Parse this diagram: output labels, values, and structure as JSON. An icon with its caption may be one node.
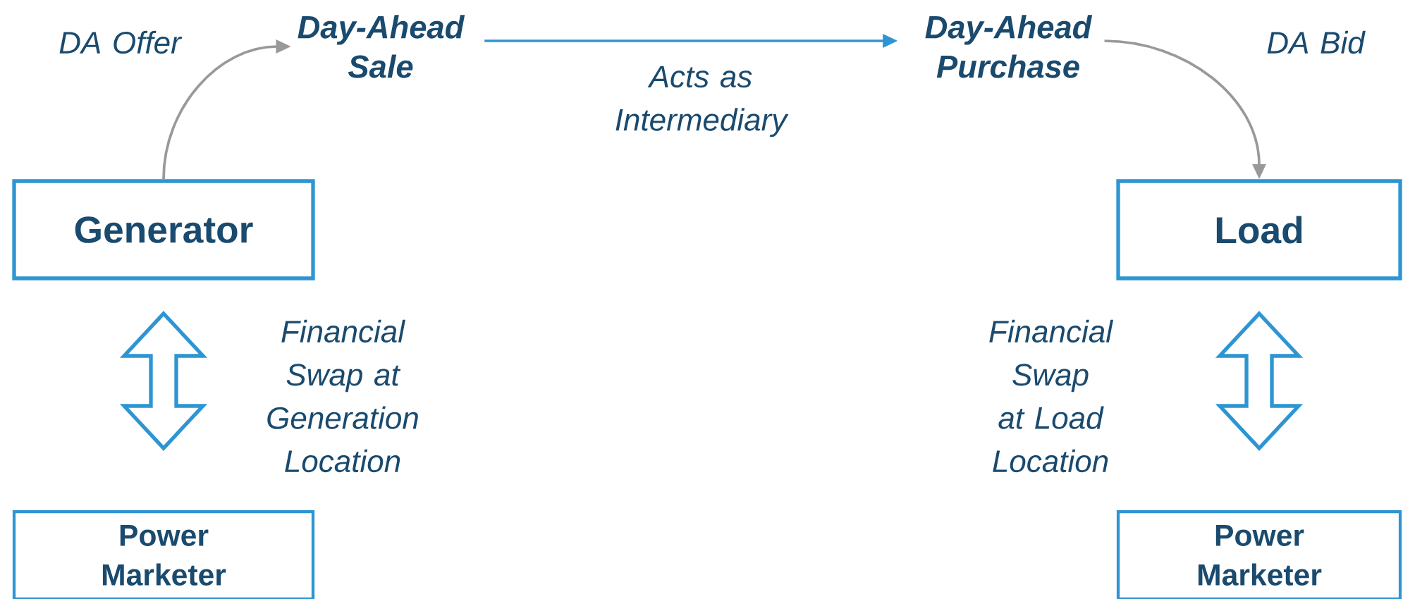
{
  "diagram": {
    "nodes": [
      {
        "text": [
          "Day-Ahead Sale"
        ]
      },
      {
        "text": [
          "Day-Ahead Purchase"
        ]
      },
      {
        "text": [
          "Generator"
        ]
      },
      {
        "text": [
          "Load"
        ]
      },
      {
        "text": [
          "Power Marketer"
        ]
      },
      {
        "text": [
          "Power Marketer"
        ]
      }
    ],
    "edges": [
      {
        "from": 2,
        "to": 0,
        "arrow": "to",
        "label": "DA Offer",
        "color": "#999999"
      },
      {
        "from": 0,
        "to": 1,
        "arrow": "to",
        "label": "Acts as Intermediary",
        "color": "#2e95d3"
      },
      {
        "from": 1,
        "to": 3,
        "arrow": "to",
        "label": "DA Bid",
        "color": "#999999"
      },
      {
        "from": 2,
        "to": 4,
        "arrow": "both",
        "label": "Financial Swap at Generation Location"
      },
      {
        "from": 3,
        "to": 5,
        "arrow": "both",
        "label": "Financial Swap at Load Location"
      }
    ]
  }
}
